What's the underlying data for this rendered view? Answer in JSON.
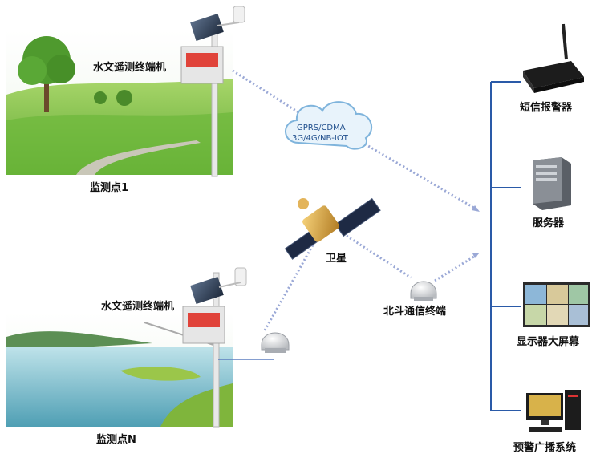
{
  "nodes": {
    "terminal_1_label": "水文遥测终端机",
    "terminal_n_label": "水文遥测终端机",
    "site_1_label": "监测点1",
    "site_n_label": "监测点N",
    "satellite_label": "卫星",
    "beidou_label": "北斗通信终端",
    "network_line1": "GPRS/CDMA",
    "network_line2": "3G/4G/NB-IOT"
  },
  "receivers": [
    {
      "label": "短信报警器",
      "icon": "sms-alarm-router-icon"
    },
    {
      "label": "服务器",
      "icon": "server-tower-icon"
    },
    {
      "label": "显示器大屏幕",
      "icon": "large-display-screen-icon"
    },
    {
      "label": "预警广播系统",
      "icon": "broadcast-computer-icon"
    }
  ],
  "colors": {
    "bus_line": "#2a5aa8",
    "dotted_link": "#9aa8d6",
    "cloud_fill": "#e8f3fb",
    "cloud_stroke": "#7fb4dc",
    "grass": "#7cc04a",
    "sky": "#f4f8f2",
    "water": "#6fb8c8"
  }
}
